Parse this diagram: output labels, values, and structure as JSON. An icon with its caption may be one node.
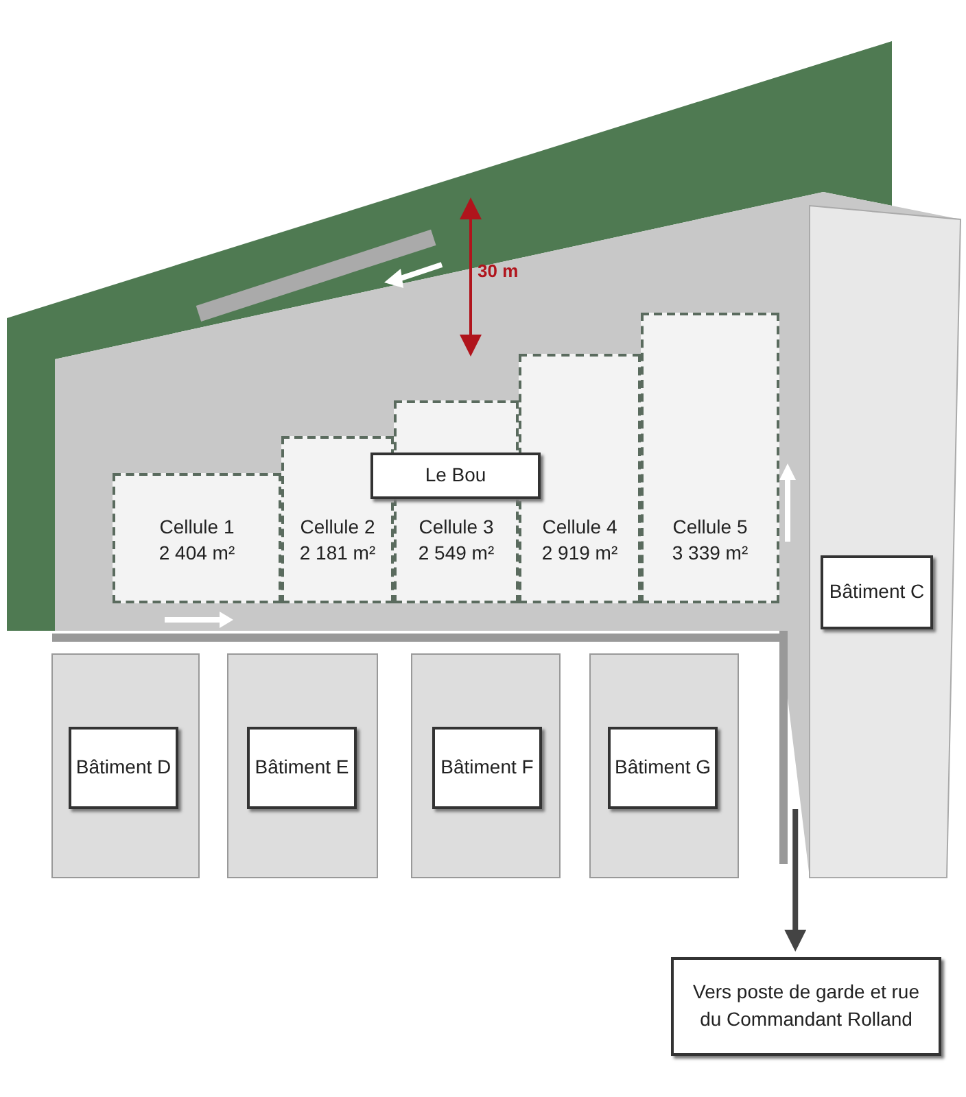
{
  "diagram": {
    "nodes": [
      {
        "text": [
          "Le Bou"
        ]
      },
      {
        "text": [
          "Cellule 1",
          "2 404 m²"
        ]
      },
      {
        "text": [
          "Cellule 2",
          "2 181 m²"
        ]
      },
      {
        "text": [
          "Cellule 3",
          "2 549 m²"
        ]
      },
      {
        "text": [
          "Cellule 4",
          "2 919 m²"
        ]
      },
      {
        "text": [
          "Cellule 5",
          "3 339 m²"
        ]
      },
      {
        "text": [
          "Bâtiment C"
        ]
      },
      {
        "text": [
          "Bâtiment D"
        ]
      },
      {
        "text": [
          "Bâtiment E"
        ]
      },
      {
        "text": [
          "Bâtiment F"
        ]
      },
      {
        "text": [
          "Bâtiment G"
        ]
      },
      {
        "text": [
          "Vers poste de garde et rue du Commandant Rolland"
        ]
      }
    ],
    "edges": [
      {
        "from": null,
        "to": 11,
        "arrow": "to"
      }
    ],
    "labels": [
      "30 m"
    ]
  }
}
